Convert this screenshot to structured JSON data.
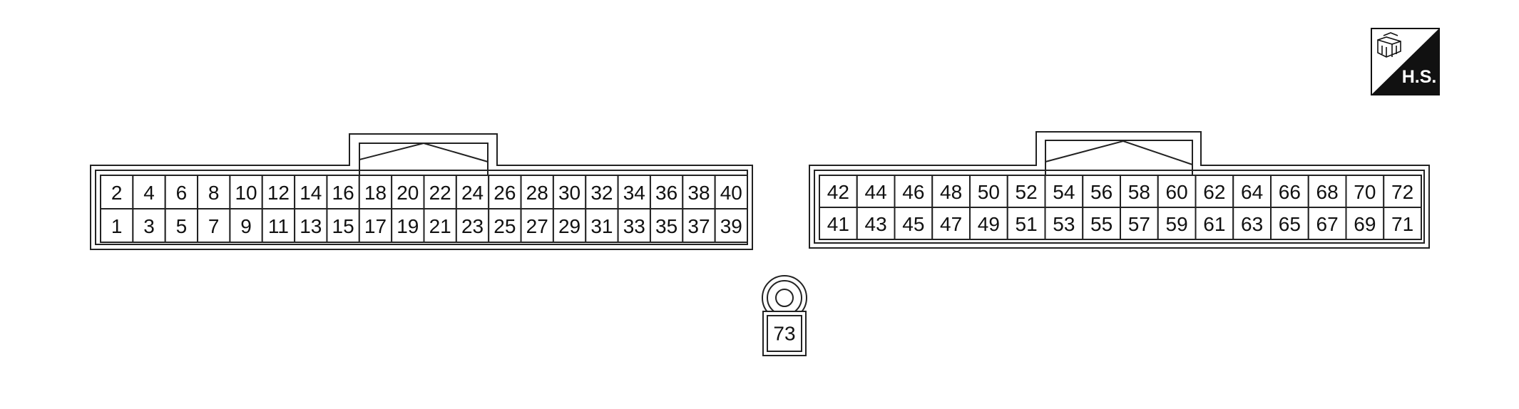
{
  "connector_left": {
    "top_row": [
      "2",
      "4",
      "6",
      "8",
      "10",
      "12",
      "14",
      "16",
      "18",
      "20",
      "22",
      "24",
      "26",
      "28",
      "30",
      "32",
      "34",
      "36",
      "38",
      "40"
    ],
    "bottom_row": [
      "1",
      "3",
      "5",
      "7",
      "9",
      "11",
      "13",
      "15",
      "17",
      "19",
      "21",
      "23",
      "25",
      "27",
      "29",
      "31",
      "33",
      "35",
      "37",
      "39"
    ]
  },
  "connector_right": {
    "top_row": [
      "42",
      "44",
      "46",
      "48",
      "50",
      "52",
      "54",
      "56",
      "58",
      "60",
      "62",
      "64",
      "66",
      "68",
      "70",
      "72"
    ],
    "bottom_row": [
      "41",
      "43",
      "45",
      "47",
      "49",
      "51",
      "53",
      "55",
      "57",
      "59",
      "61",
      "63",
      "65",
      "67",
      "69",
      "71"
    ]
  },
  "single_terminal": {
    "label": "73"
  },
  "badge": {
    "label": "H.S.",
    "icon": "harness-connector-icon"
  }
}
